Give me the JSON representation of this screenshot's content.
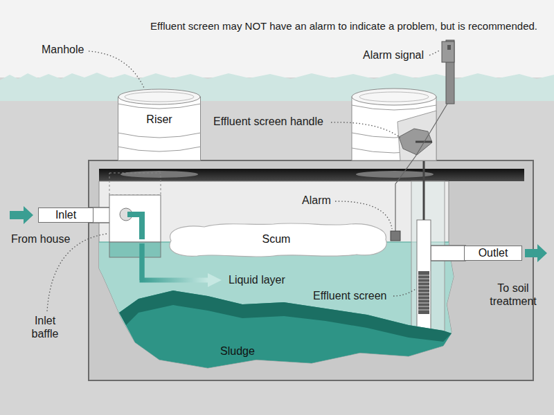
{
  "diagram": {
    "nodes": [
      {
        "text": [
          "Riser"
        ]
      },
      {
        "text": [
          "Inlet"
        ]
      },
      {
        "text": [
          "Scum"
        ]
      },
      {
        "text": [
          "Outlet"
        ]
      },
      {
        "text": [
          "Sludge"
        ]
      }
    ],
    "labels": [
      "Effluent screen may NOT have an alarm to indicate a problem, but is recommended.",
      "Manhole",
      "Alarm signal",
      "Effluent screen handle",
      "From house",
      "Alarm",
      "Liquid layer",
      "To soil treatment",
      "Effluent screen",
      "Inlet baffle"
    ]
  }
}
